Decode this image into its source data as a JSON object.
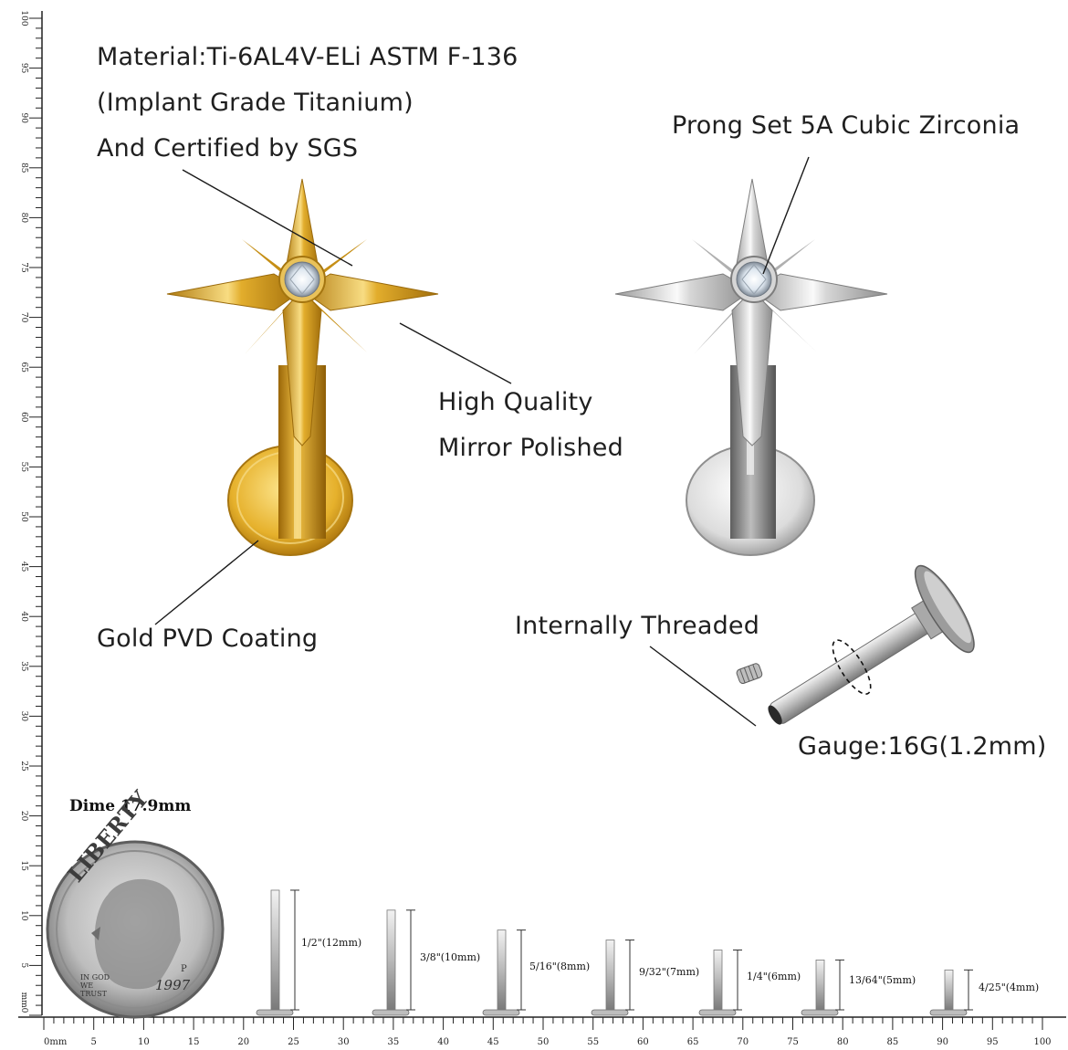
{
  "labels": {
    "material_line1": "Material:Ti-6AL4V-ELi ASTM F-136",
    "material_line2": "(Implant Grade Titanium)",
    "material_line3": "And Certified by SGS",
    "prong": "Prong Set 5A Cubic Zirconia",
    "quality_line1": "High Quality",
    "quality_line2": "Mirror Polished",
    "coating": "Gold PVD Coating",
    "threaded": "Internally Threaded",
    "gauge": "Gauge:16G(1.2mm)",
    "dime": "Dime 17.9mm"
  },
  "coin": {
    "top_text": "LIBERTY",
    "motto": "IN GOD WE TRUST",
    "year": "1997",
    "mint": "P"
  },
  "pin_sizes": [
    "1/2\"(12mm)",
    "3/8\"(10mm)",
    "5/16\"(8mm)",
    "9/32\"(7mm)",
    "1/4\"(6mm)",
    "13/64\"(5mm)",
    "4/25\"(4mm)"
  ],
  "pin_lengths_mm": [
    12,
    10,
    8,
    7,
    6,
    5,
    4
  ],
  "ruler": {
    "unit": "mm",
    "vertical_unit_label": "mm0",
    "vertical_ticks": [
      "100",
      "95",
      "90",
      "85",
      "80",
      "75",
      "70",
      "65",
      "60",
      "55",
      "50",
      "45",
      "40",
      "35",
      "30",
      "25",
      "20",
      "15",
      "10",
      "5"
    ],
    "horizontal_ticks": [
      "0mm",
      "5",
      "10",
      "15",
      "20",
      "25",
      "30",
      "35",
      "40",
      "45",
      "50",
      "55",
      "60",
      "65",
      "70",
      "75",
      "80",
      "85",
      "90",
      "95",
      "100"
    ]
  },
  "colors": {
    "gold": "#d9a520",
    "gold_light": "#f5d77a",
    "silver": "#c8c8c8",
    "silver_light": "#f4f4f4",
    "text": "#1f1f1f"
  }
}
